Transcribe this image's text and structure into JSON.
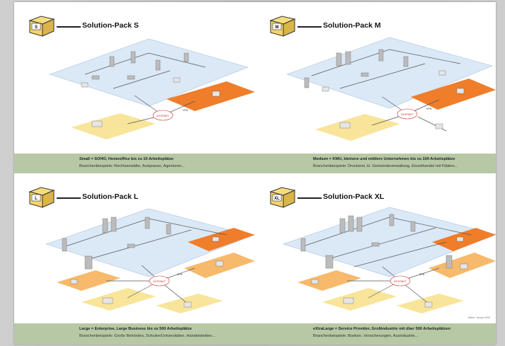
{
  "colors": {
    "page_bg": "#c7c7c7",
    "caption_bar": "#b7c9a4",
    "zone_blue": "#dbe8f6",
    "zone_orange": "#ef7d2a",
    "zone_yellow": "#f8e59a",
    "zone_light_orange": "#f7b96b",
    "box_yellow": "#f5d36a"
  },
  "panels": [
    {
      "box_label": "S",
      "title": "Solution-Pack S",
      "caption_main": "Small = SOHO, Homeoffice bis zu 10 Arbeitsplätze",
      "caption_sub": "Branchenbeispiele: Rechtsanwälte, Arztpraxen, Agenturen...",
      "zones": [
        "blue",
        "orange",
        "yellow"
      ]
    },
    {
      "box_label": "M",
      "title": "Solution-Pack M",
      "caption_main": "Medium = KMU, kleinere und mittlere Unternehmen bis zu 100 Arbeitsplätze",
      "caption_sub": "Branchenbeispiele: Druckerei, kl. Gemeindeverwaltung, Einzelhandel mit Filialen...",
      "zones": [
        "blue",
        "orange",
        "yellow"
      ]
    },
    {
      "box_label": "L",
      "title": "Solution-Pack L",
      "caption_main": "Large = Enterprise, Large Business bis zu 500 Arbeitsplätze",
      "caption_sub": "Branchenbeispiele: Große Behörden, Schulen/Universitäten, Handelsketten...",
      "zones": [
        "blue",
        "orange",
        "yellow",
        "light_orange"
      ]
    },
    {
      "box_label": "XL",
      "title": "Solution-Pack XL",
      "caption_main": "eXtraLarge = Service Provider, Großindustrie mit über 500 Arbeitsplätzen",
      "caption_sub": "Branchenbeispiele: Banken, Versicherungen, Ausindustrie...",
      "zones": [
        "blue",
        "orange",
        "yellow",
        "light_orange"
      ]
    }
  ],
  "internet_label": "INTERNET",
  "vpn_label": "VPN",
  "footnote": "Stand: Januar 2005"
}
